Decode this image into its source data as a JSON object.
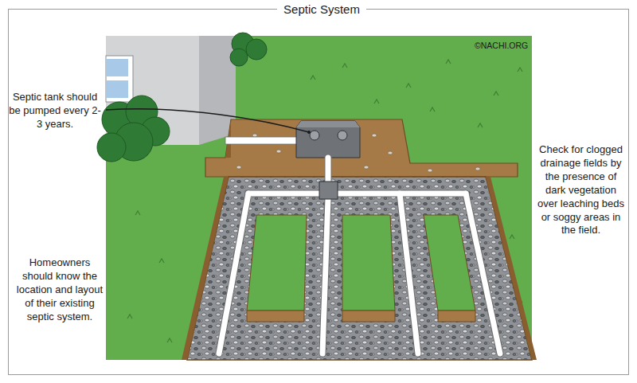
{
  "diagram": {
    "title": "Septic System",
    "labels": [
      "Septic tank should be pumped every 2-3 years.",
      "Homeowners should know the location and layout of their existing septic system.",
      "Check for clogged drainage fields by the presence of dark vegetation over leaching beds or soggy areas in the field.",
      "©NACHI.ORG"
    ]
  }
}
